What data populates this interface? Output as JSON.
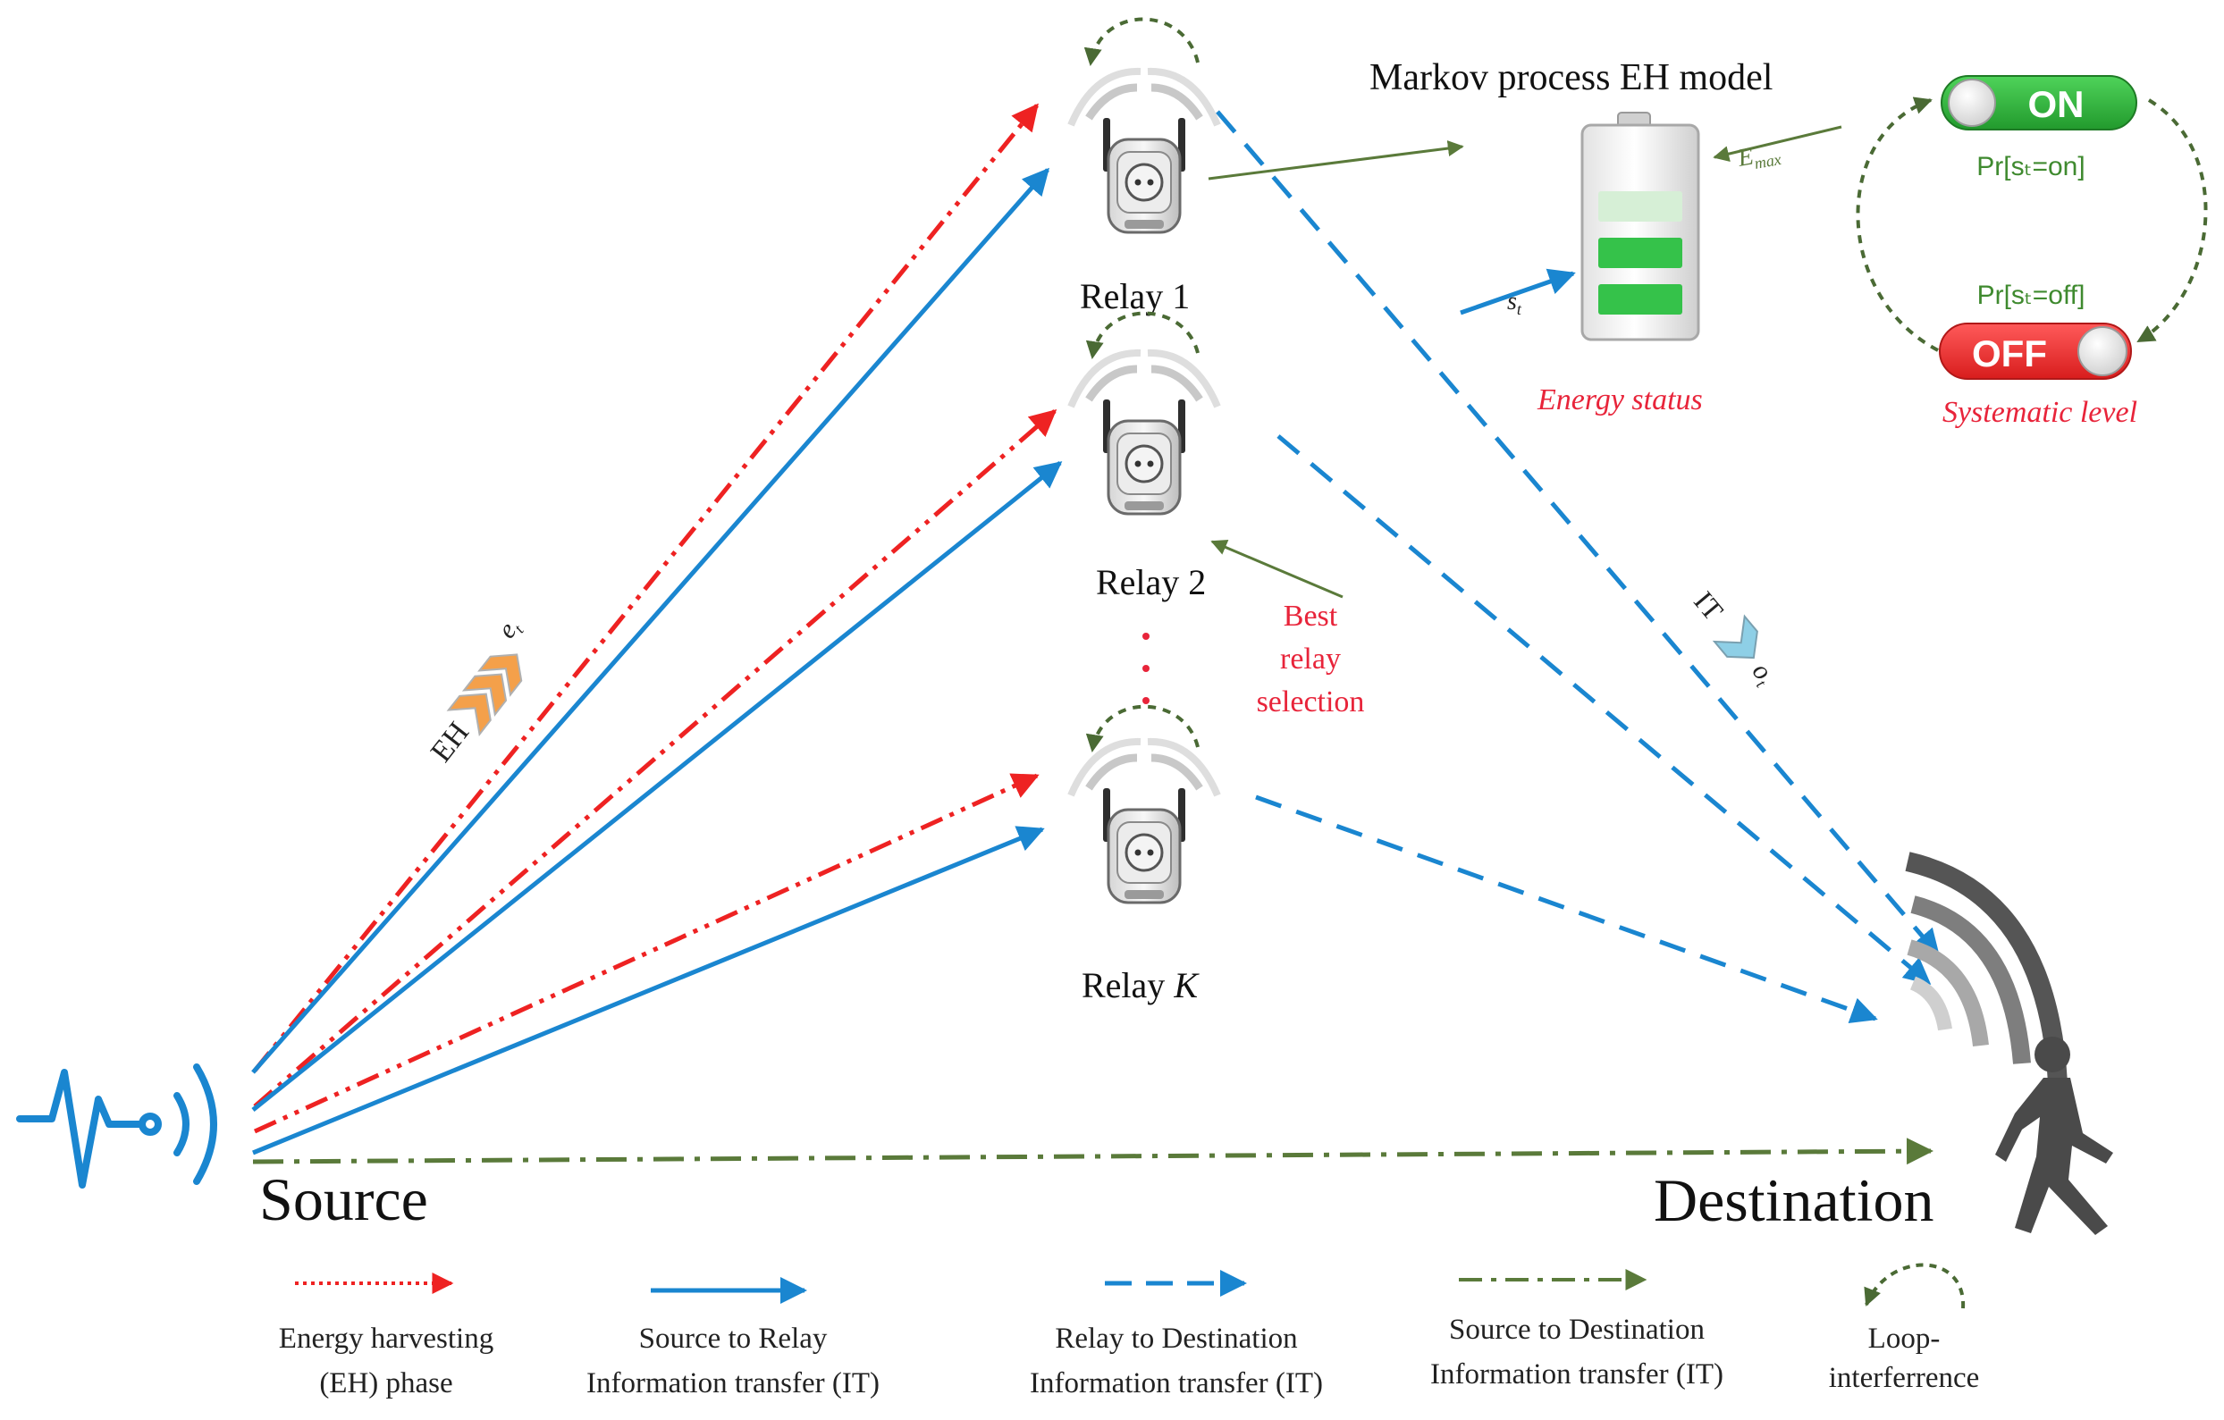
{
  "labels": {
    "model_title": "Markov process EH model",
    "relay1": "Relay 1",
    "relay2": "Relay 2",
    "relayK_prefix": "Relay ",
    "relayK_var": "K",
    "source": "Source",
    "destination": "Destination",
    "energy_status": "Energy status",
    "systematic_level": "Systematic level",
    "best_relay_line1": "Best",
    "best_relay_line2": "relay",
    "best_relay_line3": "selection",
    "emax": "E",
    "emax_sub": "max",
    "st": "s",
    "st_sub": "t",
    "eh_tag": "EH",
    "eh_var": "e",
    "eh_sub": "t",
    "it_tag": "IT",
    "it_var": "o",
    "it_sub": "t"
  },
  "toggles": {
    "on": {
      "label": "ON",
      "color": "#2fb53a",
      "prob": "Pr[sₜ=on]"
    },
    "off": {
      "label": "OFF",
      "color": "#ee2a2a",
      "prob": "Pr[sₜ=off]"
    }
  },
  "legend": [
    {
      "line1": "Energy harvesting",
      "line2": "(EH) phase"
    },
    {
      "line1": "Source to Relay",
      "line2": "Information transfer (IT)"
    },
    {
      "line1": "Relay to Destination",
      "line2": "Information transfer (IT)"
    },
    {
      "line1": "Source to Destination",
      "line2": "Information transfer (IT)"
    },
    {
      "line1": "Loop-",
      "line2": "interferrence"
    }
  ],
  "colors": {
    "eh_red": "#ee2222",
    "it_blue": "#1a86d0",
    "sd_green": "#5a7a3a",
    "loop_green": "#4a6a34",
    "label_red": "#e8243a",
    "prob_green": "#3f8a2f",
    "battery_green": "#35c24a"
  }
}
